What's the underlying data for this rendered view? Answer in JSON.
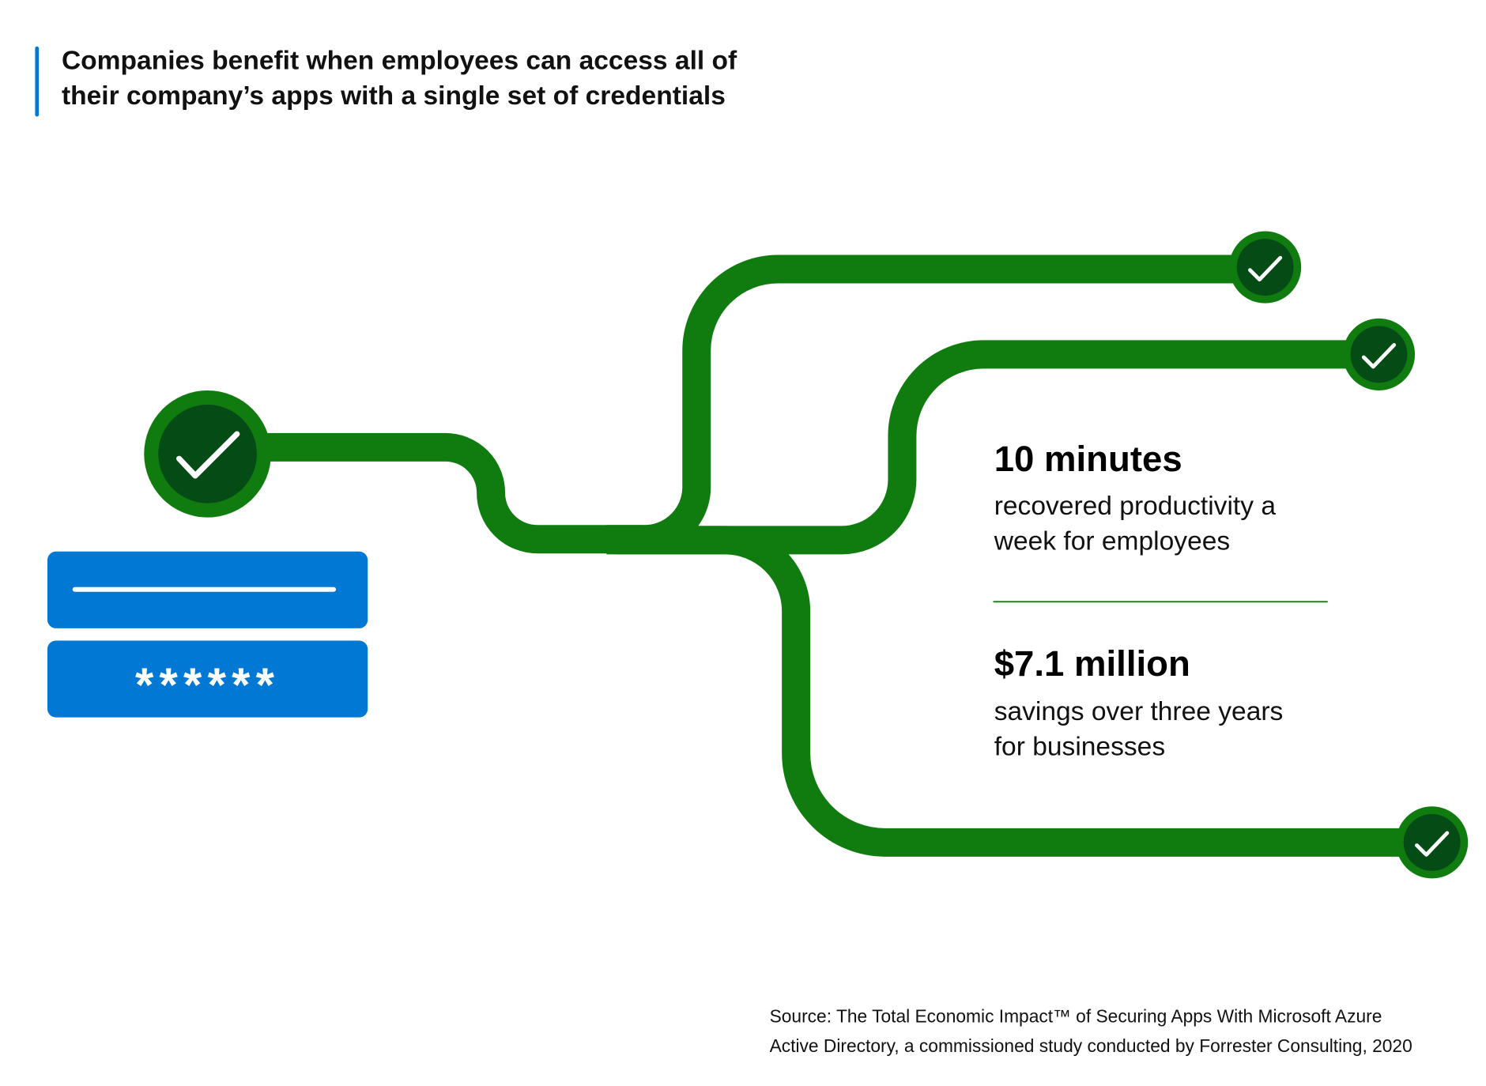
{
  "header": {
    "title_line1": "Companies benefit when employees can access all of",
    "title_line2": "their company’s apps with a single set of credentials"
  },
  "login": {
    "password_mask": "******",
    "icons": [
      "check-circle-icon",
      "username-field-icon",
      "password-field-icon"
    ]
  },
  "stats": [
    {
      "value": "10 minutes",
      "line1": "recovered productivity a",
      "line2": "week for employees"
    },
    {
      "value": "$7.1 million",
      "line1": "savings over three years",
      "line2": "for businesses"
    }
  ],
  "source": {
    "line1": "Source: The Total Economic Impact™ of Securing Apps With Microsoft Azure",
    "line2": "Active Directory, a commissioned study conducted by Forrester Consulting, 2020"
  },
  "colors": {
    "accent_blue": "#0078d4",
    "track_green": "#107c10",
    "check_dark_green": "#054b16"
  }
}
